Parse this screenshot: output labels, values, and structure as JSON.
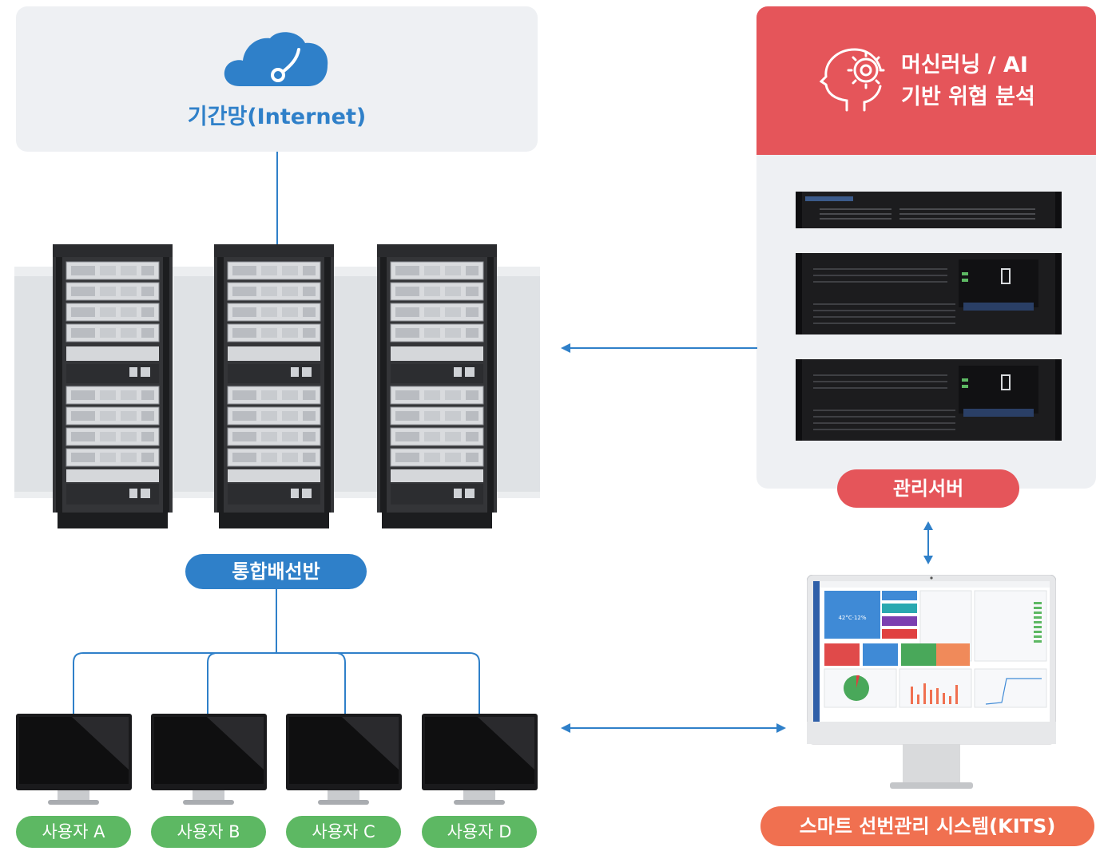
{
  "internet": {
    "label": "기간망(Internet)",
    "icon": "cloud-icon"
  },
  "ai_panel": {
    "line1": "머신러닝 / AI",
    "line2": "기반 위협 분석",
    "icon": "ai-head-gear-icon"
  },
  "management_server": {
    "label": "관리서버"
  },
  "patch_panel": {
    "label": "통합배선반"
  },
  "users": [
    {
      "label": "사용자 A"
    },
    {
      "label": "사용자 B"
    },
    {
      "label": "사용자 C"
    },
    {
      "label": "사용자 D"
    }
  ],
  "kits": {
    "label": "스마트 선번관리 시스템(KITS)"
  },
  "dashboard": {
    "weather_value": "42°C·12%"
  },
  "colors": {
    "brand_blue": "#2f80c9",
    "accent_red": "#e5555a",
    "user_green": "#5db863",
    "kits_orange": "#f07050",
    "panel_gray": "#eef0f3"
  }
}
